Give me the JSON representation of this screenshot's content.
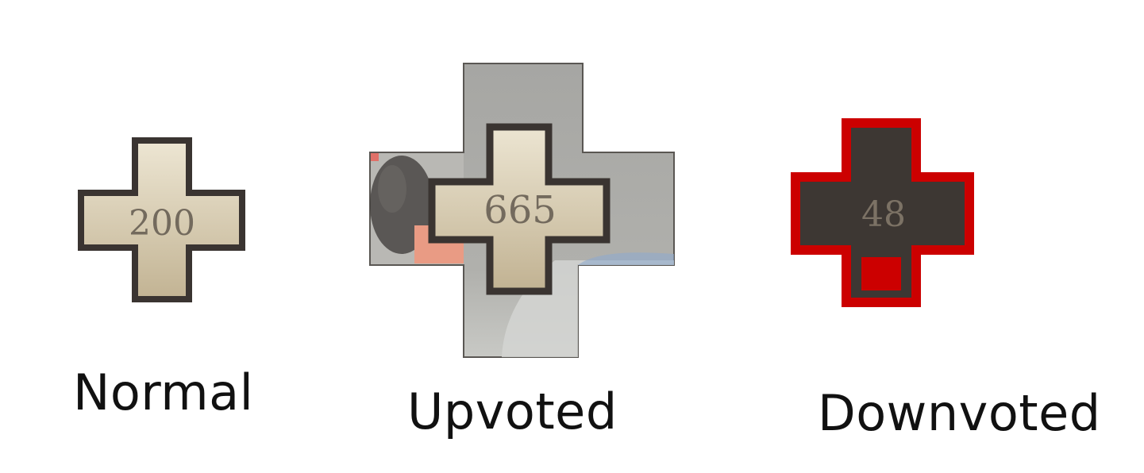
{
  "colors": {
    "badge_fill_top": "#ebe3cf",
    "badge_fill_bottom": "#c3b596",
    "badge_outline": "#3a3431",
    "count_text": "#736a5d",
    "upvote_backdrop": "#a9a9a6",
    "downvote_fill": "#3d3733",
    "downvote_accent": "#cc0000",
    "downvote_count_text": "#7c7265"
  },
  "badges": [
    {
      "state": "normal",
      "count": "200",
      "label": "Normal",
      "icon": "cross-vote-icon"
    },
    {
      "state": "upvoted",
      "count": "665",
      "label": "Upvoted",
      "icon": "cross-vote-icon"
    },
    {
      "state": "downvoted",
      "count": "48",
      "label": "Downvoted",
      "icon": "cross-vote-icon"
    }
  ]
}
